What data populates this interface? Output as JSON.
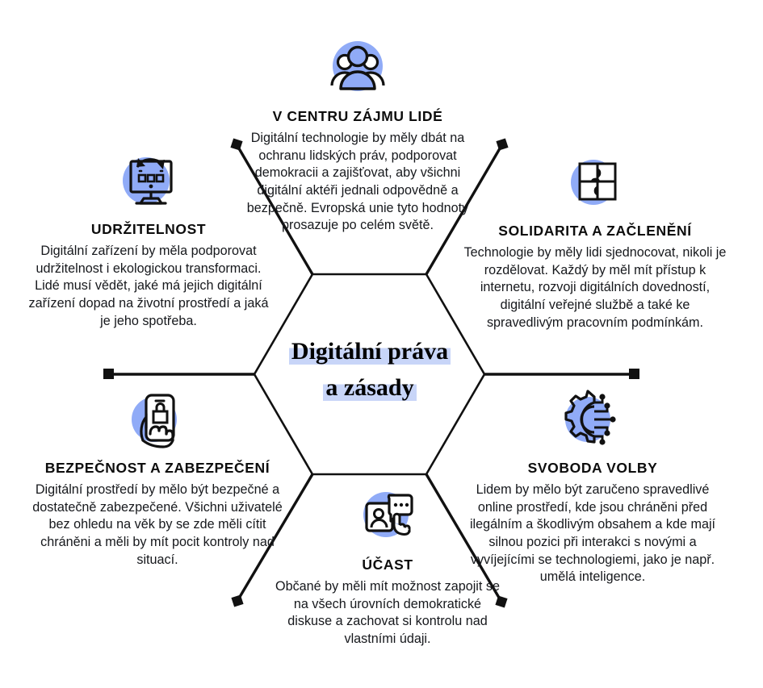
{
  "theme": {
    "icon_circle_color": "#90abf7",
    "highlight_color": "#c8d5f8",
    "line_color": "#111111",
    "text_color": "#16181c"
  },
  "center": {
    "title_line1": "Digitální práva",
    "title_line2": "a zásady"
  },
  "sections": [
    {
      "id": "people",
      "icon": "people-group-icon",
      "title": "V CENTRU ZÁJMU LIDÉ",
      "body": "Digitální technologie by měly dbát na ochranu lidských práv, podporovat demokracii a zajišťovat, aby všichni digitální aktéři jednali odpovědně a bezpečně. Evropská unie tyto hodnoty prosazuje po celém světě."
    },
    {
      "id": "sustainability",
      "icon": "monitor-recycle-icon",
      "title": "UDRŽITELNOST",
      "body": "Digitální zařízení by měla podporovat udržitelnost i ekologickou transformaci. Lidé musí vědět, jaké má jejich digitální zařízení dopad na životní prostředí a jaká je jeho spotřeba."
    },
    {
      "id": "solidarity",
      "icon": "puzzle-pieces-icon",
      "title": "SOLIDARITA A ZAČLENĚNÍ",
      "body": "Technologie by měly lidi sjednocovat, nikoli je rozdělovat. Každý by měl mít přístup k internetu, rozvoji digitálních dovedností, digitální veřejné službě a také ke spravedlivým pracovním podmínkám."
    },
    {
      "id": "security",
      "icon": "phone-lock-hand-icon",
      "title": "BEZPEČNOST A ZABEZPEČENÍ",
      "body": "Digitální prostředí by mělo být bezpečné a dostatečně zabezpečené. Všichni uživatelé bez ohledu na věk by se zde měli cítit chráněni a měli by mít pocit kontroly nad situací."
    },
    {
      "id": "freedom",
      "icon": "gear-circuit-ai-icon",
      "title": "SVOBODA VOLBY",
      "body": "Lidem by mělo být zaručeno spravedlivé online prostředí, kde jsou chráněni před ilegálním a škodlivým obsahem a kde mají silnou pozici při interakci s novými a vyvíjejícími se technologiemi, jako je např. umělá inteligence."
    },
    {
      "id": "participation",
      "icon": "person-chat-click-icon",
      "title": "ÚČAST",
      "body": "Občané by měli mít možnost zapojit se na všech úrovních demokratické diskuse a zachovat si kontrolu nad vlastními údaji."
    }
  ]
}
